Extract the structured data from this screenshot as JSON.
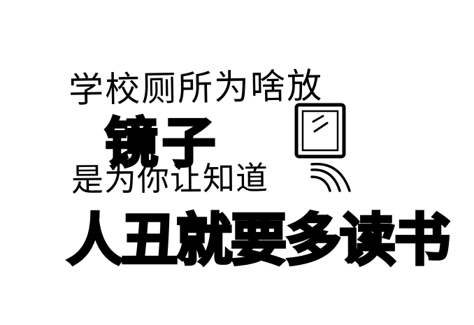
{
  "text": {
    "line1": "学校厕所为啥放",
    "line2": "镜子",
    "line3": "是为你让知道",
    "line4": "人丑就要多读书"
  },
  "colors": {
    "ink": "#000000",
    "background": "#ffffff"
  },
  "icons": {
    "mirror": "mirror-icon",
    "waves": "sound-waves-icon"
  }
}
